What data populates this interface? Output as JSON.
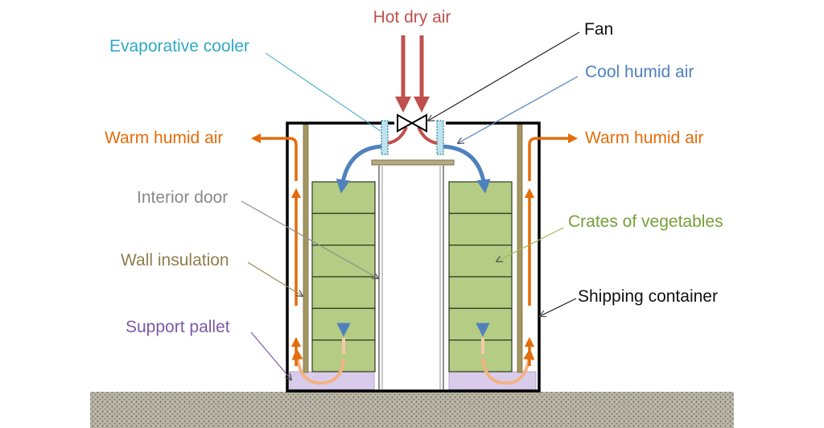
{
  "labels": {
    "hot_dry_air": "Hot dry air",
    "fan": "Fan",
    "evaporative_cooler": "Evaporative cooler",
    "cool_humid_air": "Cool humid air",
    "warm_humid_air_left": "Warm humid air",
    "warm_humid_air_right": "Warm humid air",
    "interior_door": "Interior door",
    "crates_of_vegetables": "Crates of vegetables",
    "wall_insulation": "Wall insulation",
    "shipping_container": "Shipping container",
    "support_pallet": "Support pallet"
  },
  "colors": {
    "hot_air": "#c0504d",
    "cool_air": "#4f81bd",
    "warm_air": "#e46c0a",
    "cooler_label": "#31a9c5",
    "crates_fill": "#9bbb59",
    "crates_label": "#77a03a",
    "insulation": "#9a8a5a",
    "pallet_label": "#7b5aa6",
    "pallet_fill": "#d9ccea",
    "container": "#000000",
    "door": "#808080",
    "ground": "#a39f92"
  },
  "crate_rows_per_stack": 6
}
